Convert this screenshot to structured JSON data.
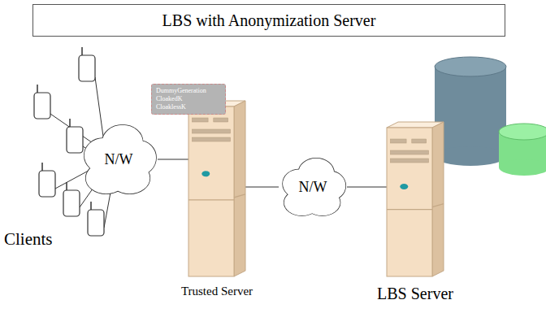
{
  "diagram": {
    "title": "LBS with Anonymization Server",
    "nodes": [
      {
        "text": [
          "N/W"
        ]
      },
      {
        "text": [
          "DummyGeneration",
          "CloakedK",
          "CloaklessK"
        ]
      },
      {
        "text": [
          "Trusted Server"
        ]
      },
      {
        "text": [
          "N/W"
        ]
      },
      {
        "text": [
          "LBS Server"
        ]
      }
    ],
    "edges": [
      {
        "from": 0,
        "to": 2,
        "arrow": "none"
      },
      {
        "from": 2,
        "to": 3,
        "arrow": "none"
      },
      {
        "from": 3,
        "to": 4,
        "arrow": "none"
      }
    ],
    "labels": [
      "Clients"
    ]
  }
}
